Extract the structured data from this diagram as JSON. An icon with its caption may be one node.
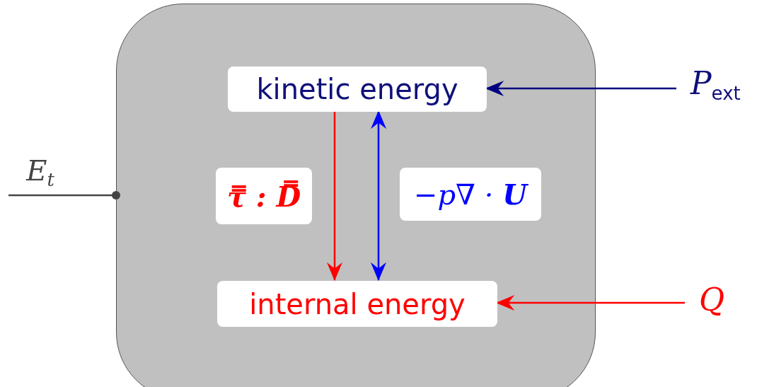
{
  "diagram": {
    "nodes": [
      {
        "text": [],
        "shape": "box"
      },
      {
        "text": [
          "kinetic energy"
        ],
        "in": 0
      },
      {
        "text": [
          "internal energy"
        ],
        "in": 0
      },
      {
        "text": [
          "*P*$_{ext}$"
        ]
      },
      {
        "text": [
          "Q"
        ]
      }
    ],
    "edges": [
      {
        "from": 1,
        "to": 2,
        "arrow": "to",
        "color": "#ff0000",
        "label": "τ̿ : D̿"
      },
      {
        "from": 2,
        "to": 1,
        "arrow": "both",
        "color": "#0000ff",
        "label": "−p∇ · **U**"
      },
      {
        "from": 3,
        "to": 1,
        "arrow": "to",
        "color": "#000080"
      },
      {
        "from": 4,
        "to": 2,
        "arrow": "to",
        "color": "#ff0000"
      },
      {
        "from": null,
        "to": 0,
        "arrow": "other",
        "color": "#444444",
        "label": "*E*$_{t}$"
      }
    ]
  }
}
